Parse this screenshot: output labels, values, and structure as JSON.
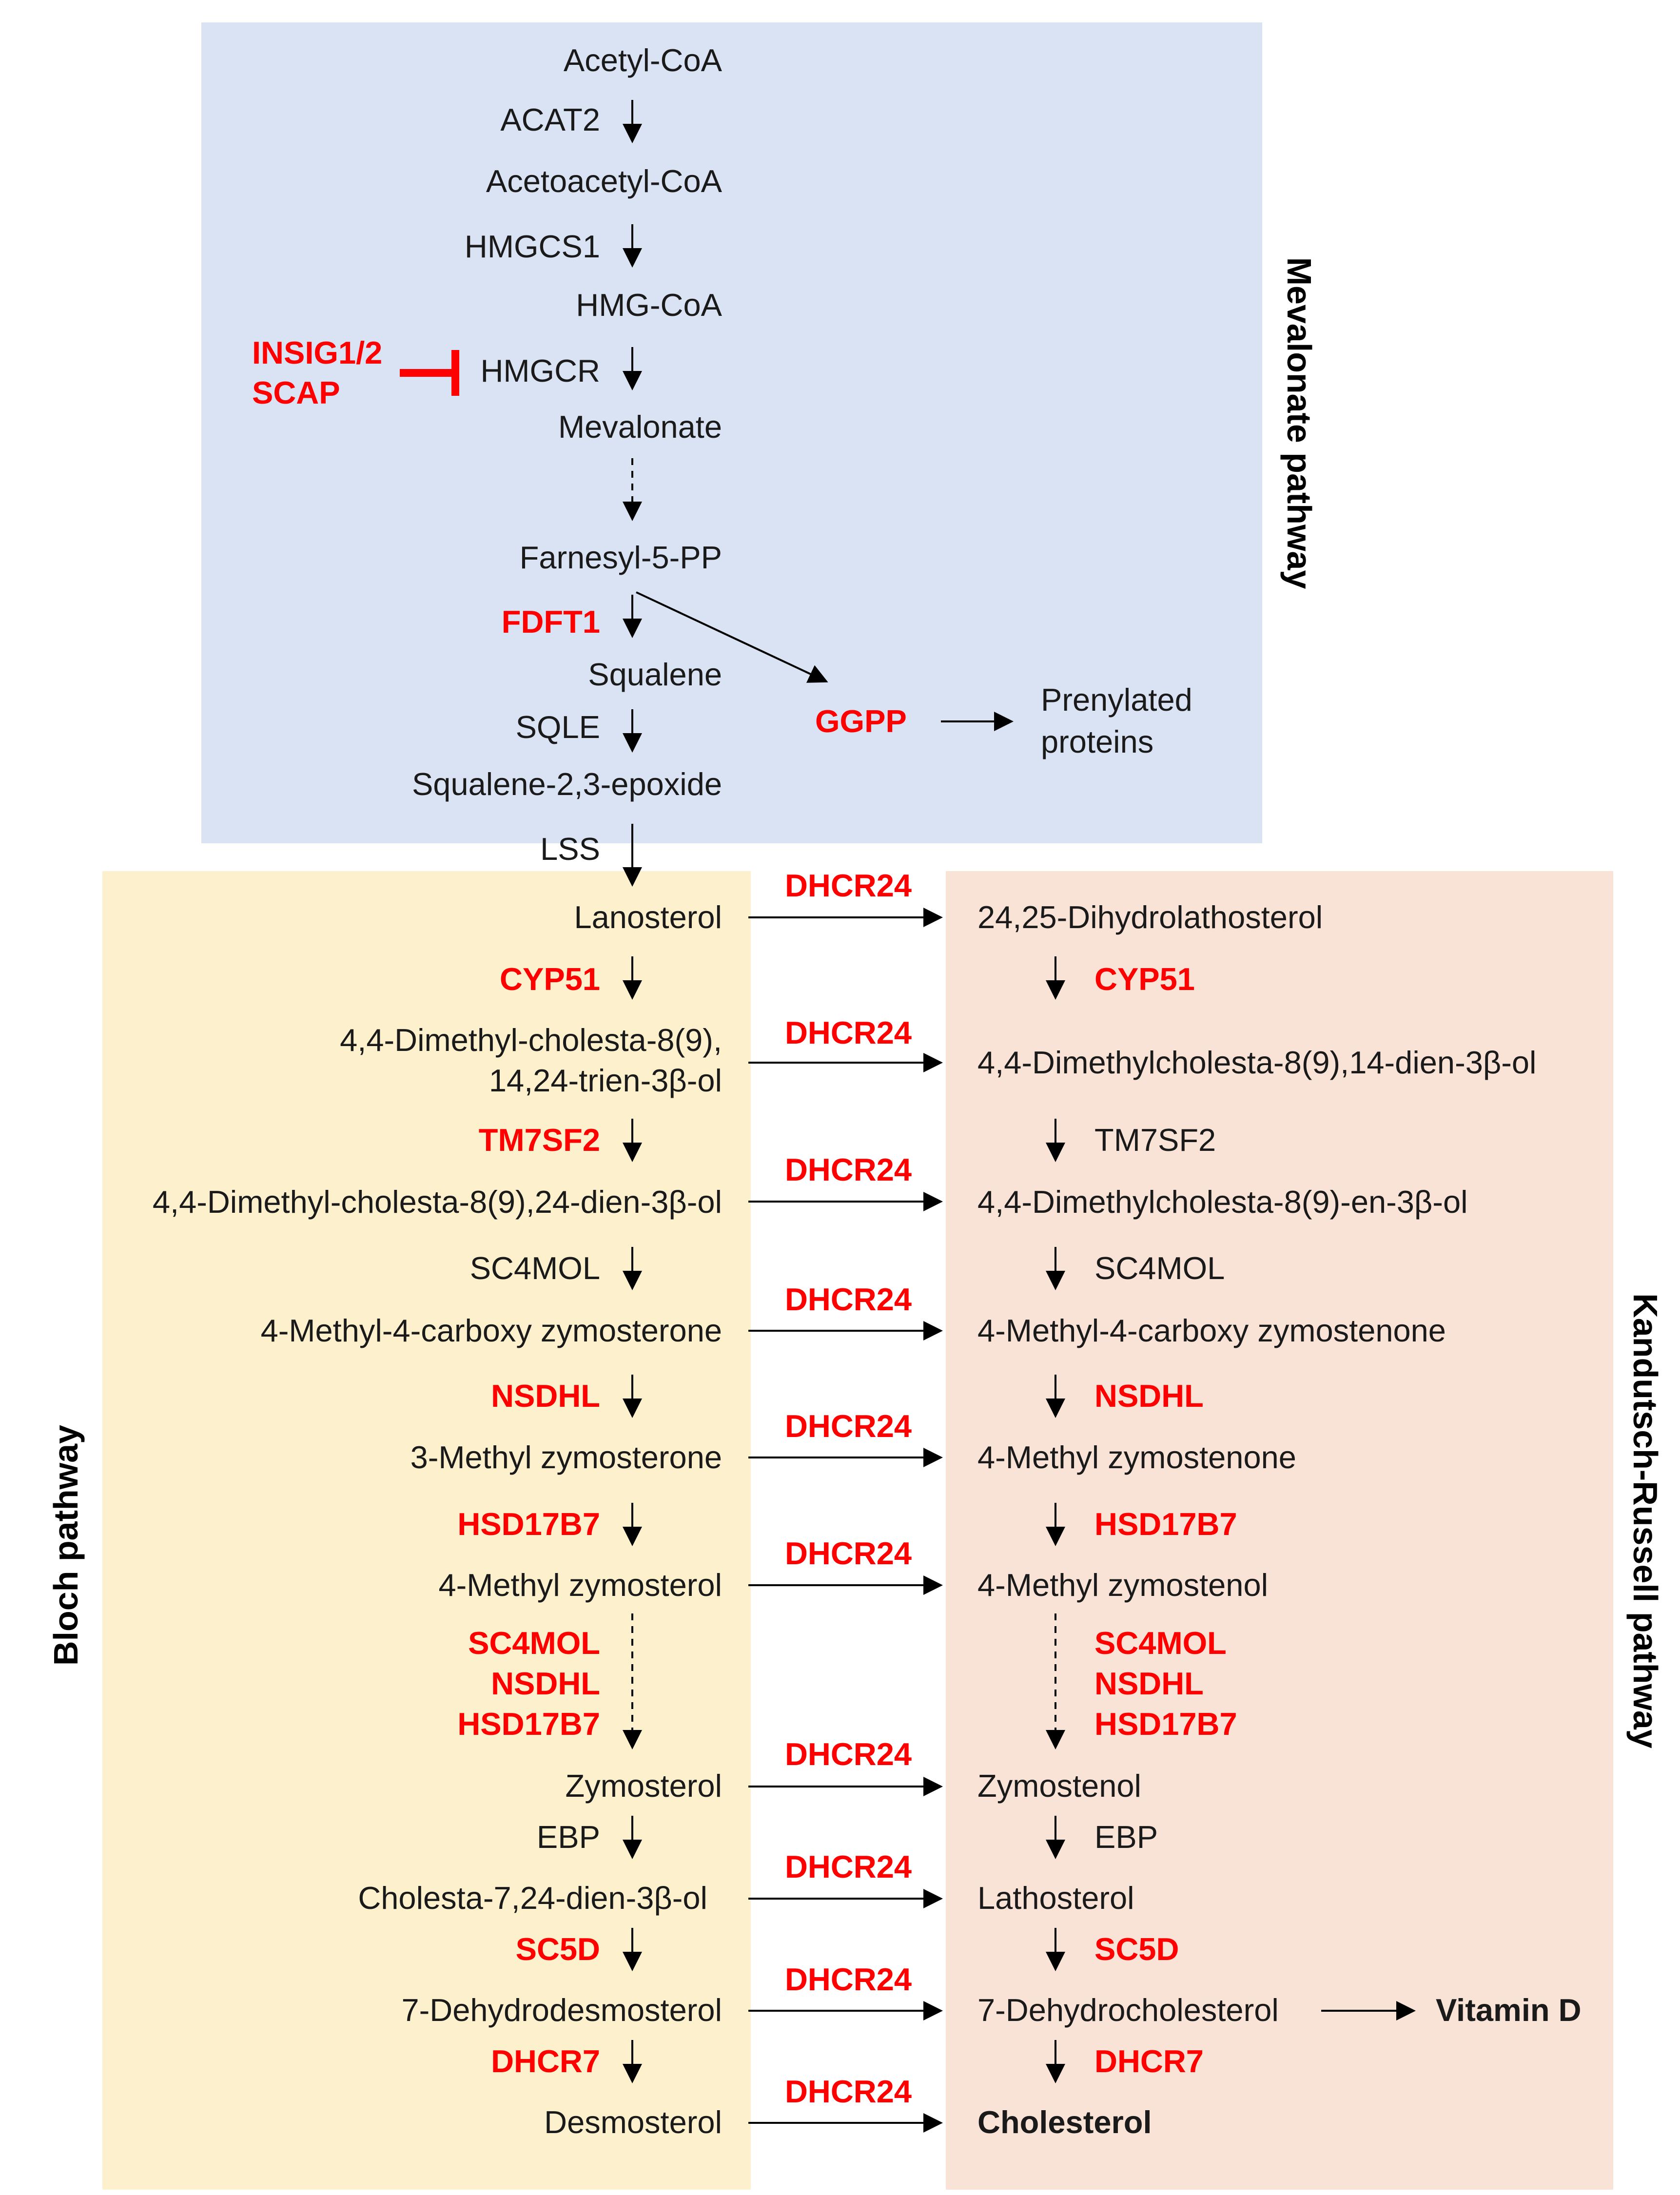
{
  "colors": {
    "mevalonate_bg": "#dae3f3",
    "bloch_bg": "#fdf0cd",
    "kandutsch_bg": "#f9e3d6",
    "red": "#ff0000",
    "text": "#1a1a1a"
  },
  "pathway_labels": {
    "mevalonate": "Mevalonate pathway",
    "bloch": "Bloch pathway",
    "kandutsch_russell": "Kandutsch-Russell pathway"
  },
  "mevalonate": {
    "acetyl_coa": "Acetyl-CoA",
    "acat2": "ACAT2",
    "acetoacetyl_coa": "Acetoacetyl-CoA",
    "hmgcs1": "HMGCS1",
    "hmg_coa": "HMG-CoA",
    "insig": "INSIG1/2",
    "scap": "SCAP",
    "hmgcr": "HMGCR",
    "mevalonate": "Mevalonate",
    "farnesyl": "Farnesyl-5-PP",
    "fdft1": "FDFT1",
    "squalene": "Squalene",
    "sqle": "SQLE",
    "epoxide": "Squalene-2,3-epoxide",
    "ggpp": "GGPP",
    "prenylated_1": "Prenylated",
    "prenylated_2": "proteins",
    "lss": "LSS"
  },
  "dhcr24_label": "DHCR24",
  "bloch": {
    "lanosterol": "Lanosterol",
    "cyp51": "CYP51",
    "trien_1": "4,4-Dimethyl-cholesta-8(9),",
    "trien_2": "14,24-trien-3β-ol",
    "tm7sf2": "TM7SF2",
    "dien": "4,4-Dimethyl-cholesta-8(9),24-dien-3β-ol",
    "sc4mol": "SC4MOL",
    "carboxy": "4-Methyl-4-carboxy zymosterone",
    "nsdhl": "NSDHL",
    "methyl_zymosterone": "3-Methyl zymosterone",
    "hsd17b7": "HSD17B7",
    "methyl_zymosterol": "4-Methyl zymosterol",
    "multi_1": "SC4MOL",
    "multi_2": "NSDHL",
    "multi_3": "HSD17B7",
    "zymosterol": "Zymosterol",
    "ebp": "EBP",
    "cholesta_dien": "Cholesta-7,24-dien-3β-ol",
    "sc5d": "SC5D",
    "dehydrodesmosterol": "7-Dehydrodesmosterol",
    "dhcr7": "DHCR7",
    "desmosterol": "Desmosterol"
  },
  "kandutsch_russell": {
    "dihydrolathosterol": "24,25-Dihydrolathosterol",
    "cyp51": "CYP51",
    "dien": "4,4-Dimethylcholesta-8(9),14-dien-3β-ol",
    "tm7sf2": "TM7SF2",
    "en": "4,4-Dimethylcholesta-8(9)-en-3β-ol",
    "sc4mol": "SC4MOL",
    "carboxy": "4-Methyl-4-carboxy zymostenone",
    "nsdhl": "NSDHL",
    "methyl_zymostenone": "4-Methyl zymostenone",
    "hsd17b7": "HSD17B7",
    "methyl_zymostenol": "4-Methyl zymostenol",
    "multi_1": "SC4MOL",
    "multi_2": "NSDHL",
    "multi_3": "HSD17B7",
    "zymostenol": "Zymostenol",
    "ebp": "EBP",
    "lathosterol": "Lathosterol",
    "sc5d": "SC5D",
    "dehydrocholesterol": "7-Dehydrocholesterol",
    "vitamin_d": "Vitamin D",
    "dhcr7": "DHCR7",
    "cholesterol": "Cholesterol"
  }
}
